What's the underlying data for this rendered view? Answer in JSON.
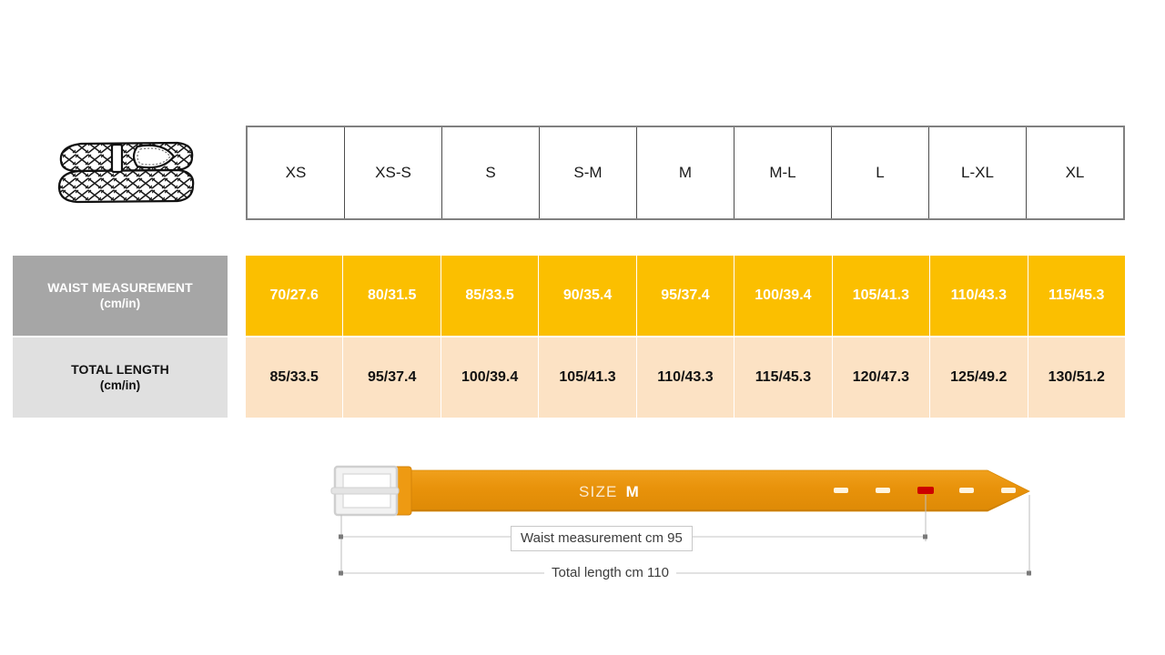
{
  "product_icon": "braided-belt-icon",
  "colors": {
    "waist_row_bg": "#FBBF00",
    "length_row_bg": "#FCE2C4",
    "waist_label_bg": "#A6A6A6",
    "length_label_bg": "#E0E0E0",
    "belt_strap": "#E8920A",
    "belt_buckle": "#D9D9D9",
    "active_hole": "#CC0000"
  },
  "table": {
    "sizes": [
      "XS",
      "XS-S",
      "S",
      "S-M",
      "M",
      "M-L",
      "L",
      "L-XL",
      "XL"
    ],
    "rows": [
      {
        "label_line1": "WAIST MEASUREMENT",
        "label_line2": "(cm/in)",
        "values": [
          "70/27.6",
          "80/31.5",
          "85/33.5",
          "90/35.4",
          "95/37.4",
          "100/39.4",
          "105/41.3",
          "110/43.3",
          "115/45.3"
        ]
      },
      {
        "label_line1": "TOTAL LENGTH",
        "label_line2": "(cm/in)",
        "values": [
          "85/33.5",
          "95/37.4",
          "100/39.4",
          "105/41.3",
          "110/43.3",
          "115/45.3",
          "120/47.3",
          "125/49.2",
          "130/51.2"
        ]
      }
    ]
  },
  "diagram": {
    "size_word": "SIZE",
    "size_value": "M",
    "waist_dim_label": "Waist measurement cm 95",
    "length_dim_label": "Total length cm 110",
    "hole_count": 5,
    "active_hole_index": 3
  }
}
